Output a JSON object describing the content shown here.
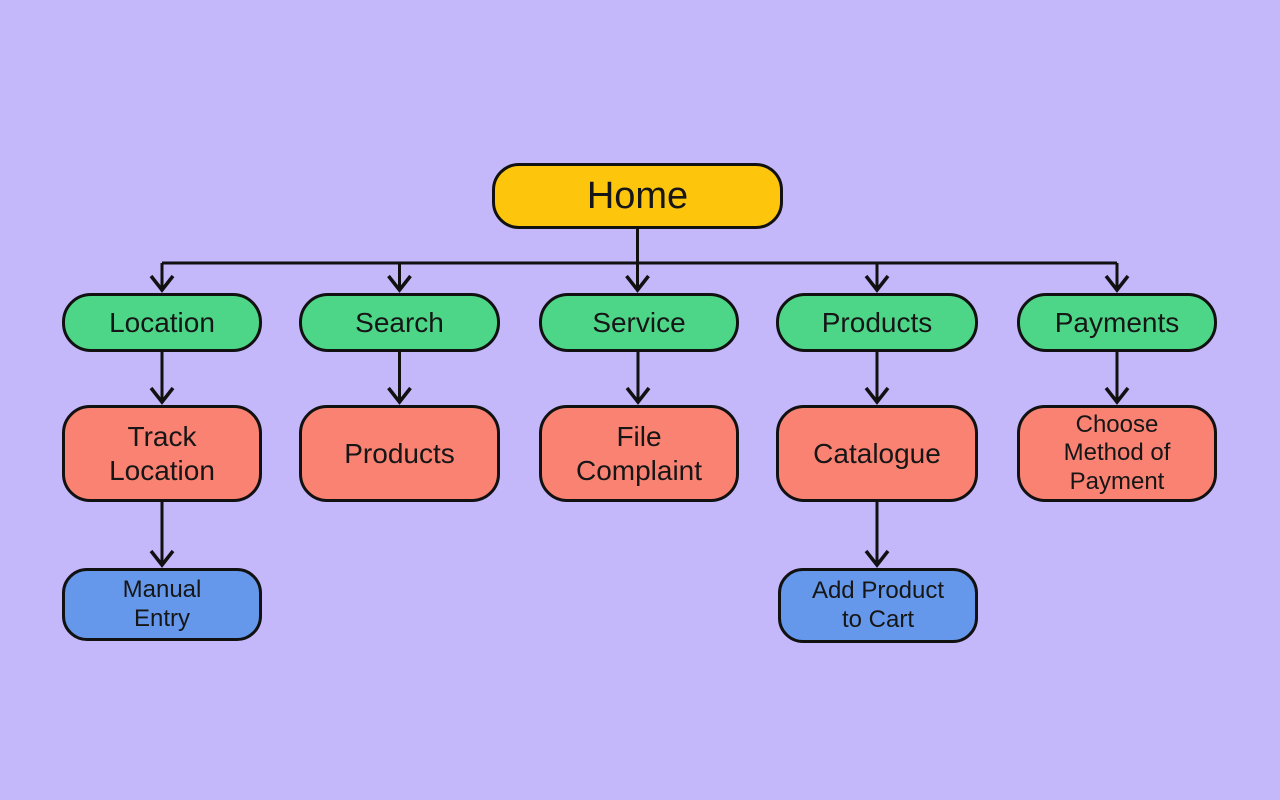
{
  "diagram": {
    "type": "flowchart",
    "title": "Website sitemap flowchart",
    "colors": {
      "background": "#c4b7fa",
      "root_node": "#fdc60d",
      "branch_node": "#4ed688",
      "page_node": "#f98273",
      "action_node": "#6598eb",
      "border": "#111111",
      "line": "#111111",
      "text": "#161616"
    },
    "nodes": {
      "home": {
        "label": "Home",
        "level": 1,
        "color": "#fdc60d"
      },
      "location": {
        "label": "Location",
        "level": 2,
        "color": "#4ed688"
      },
      "search": {
        "label": "Search",
        "level": 2,
        "color": "#4ed688"
      },
      "service": {
        "label": "Service",
        "level": 2,
        "color": "#4ed688"
      },
      "products": {
        "label": "Products",
        "level": 2,
        "color": "#4ed688"
      },
      "payments": {
        "label": "Payments",
        "level": 2,
        "color": "#4ed688"
      },
      "track_location": {
        "label": "Track\nLocation",
        "level": 3,
        "color": "#f98273"
      },
      "products_list": {
        "label": "Products",
        "level": 3,
        "color": "#f98273"
      },
      "file_complaint": {
        "label": "File\nComplaint",
        "level": 3,
        "color": "#f98273"
      },
      "catalogue": {
        "label": "Catalogue",
        "level": 3,
        "color": "#f98273"
      },
      "choose_method_of_payment": {
        "label": "Choose\nMethod of\nPayment",
        "level": 3,
        "color": "#f98273"
      },
      "manual_entry": {
        "label": "Manual\nEntry",
        "level": 4,
        "color": "#6598eb"
      },
      "add_product_to_cart": {
        "label": "Add Product\nto Cart",
        "level": 4,
        "color": "#6598eb"
      }
    },
    "edges": [
      {
        "from": "home",
        "to": "location"
      },
      {
        "from": "home",
        "to": "search"
      },
      {
        "from": "home",
        "to": "service"
      },
      {
        "from": "home",
        "to": "products"
      },
      {
        "from": "home",
        "to": "payments"
      },
      {
        "from": "location",
        "to": "track_location"
      },
      {
        "from": "search",
        "to": "products_list"
      },
      {
        "from": "service",
        "to": "file_complaint"
      },
      {
        "from": "products",
        "to": "catalogue"
      },
      {
        "from": "payments",
        "to": "choose_method_of_payment"
      },
      {
        "from": "track_location",
        "to": "manual_entry"
      },
      {
        "from": "catalogue",
        "to": "add_product_to_cart"
      }
    ]
  }
}
